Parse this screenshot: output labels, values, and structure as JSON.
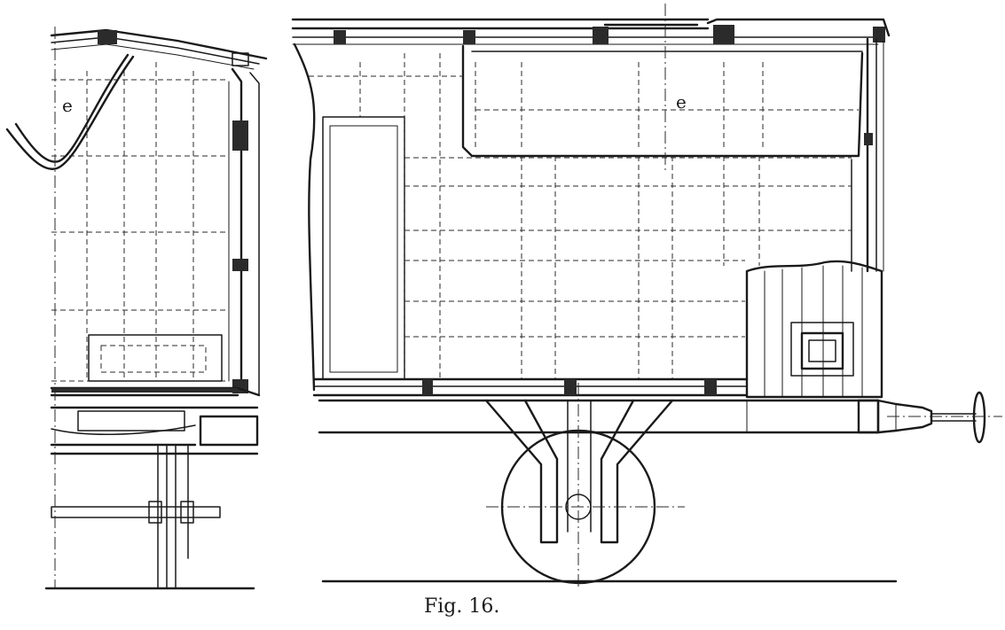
{
  "figure": {
    "caption": "Fig. 16.",
    "left_view": {
      "label": "e"
    },
    "right_view": {
      "label": "e"
    }
  },
  "colors": {
    "ink": "#1a1a1a",
    "paper": "#ffffff"
  }
}
